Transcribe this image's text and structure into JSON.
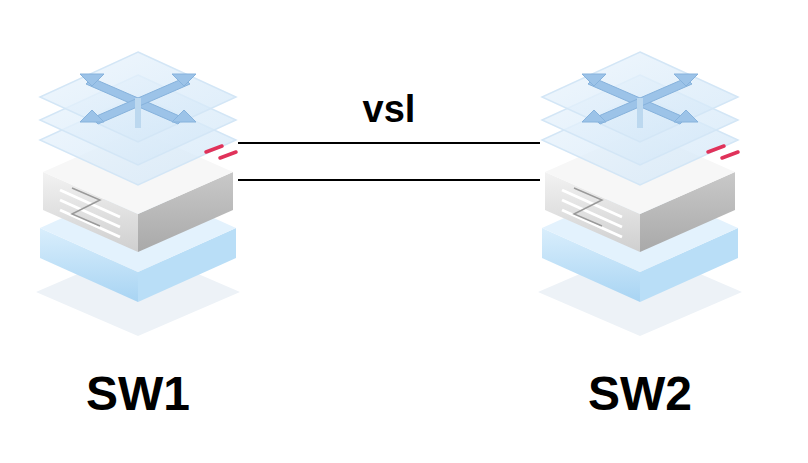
{
  "diagram": {
    "nodes": [
      {
        "text": [
          "SW1"
        ]
      },
      {
        "text": [
          "SW2"
        ]
      }
    ],
    "edges": [
      {
        "from": 0,
        "to": 1,
        "arrow": "none",
        "label": "vsl"
      },
      {
        "from": 0,
        "to": 1,
        "arrow": "none"
      }
    ]
  }
}
